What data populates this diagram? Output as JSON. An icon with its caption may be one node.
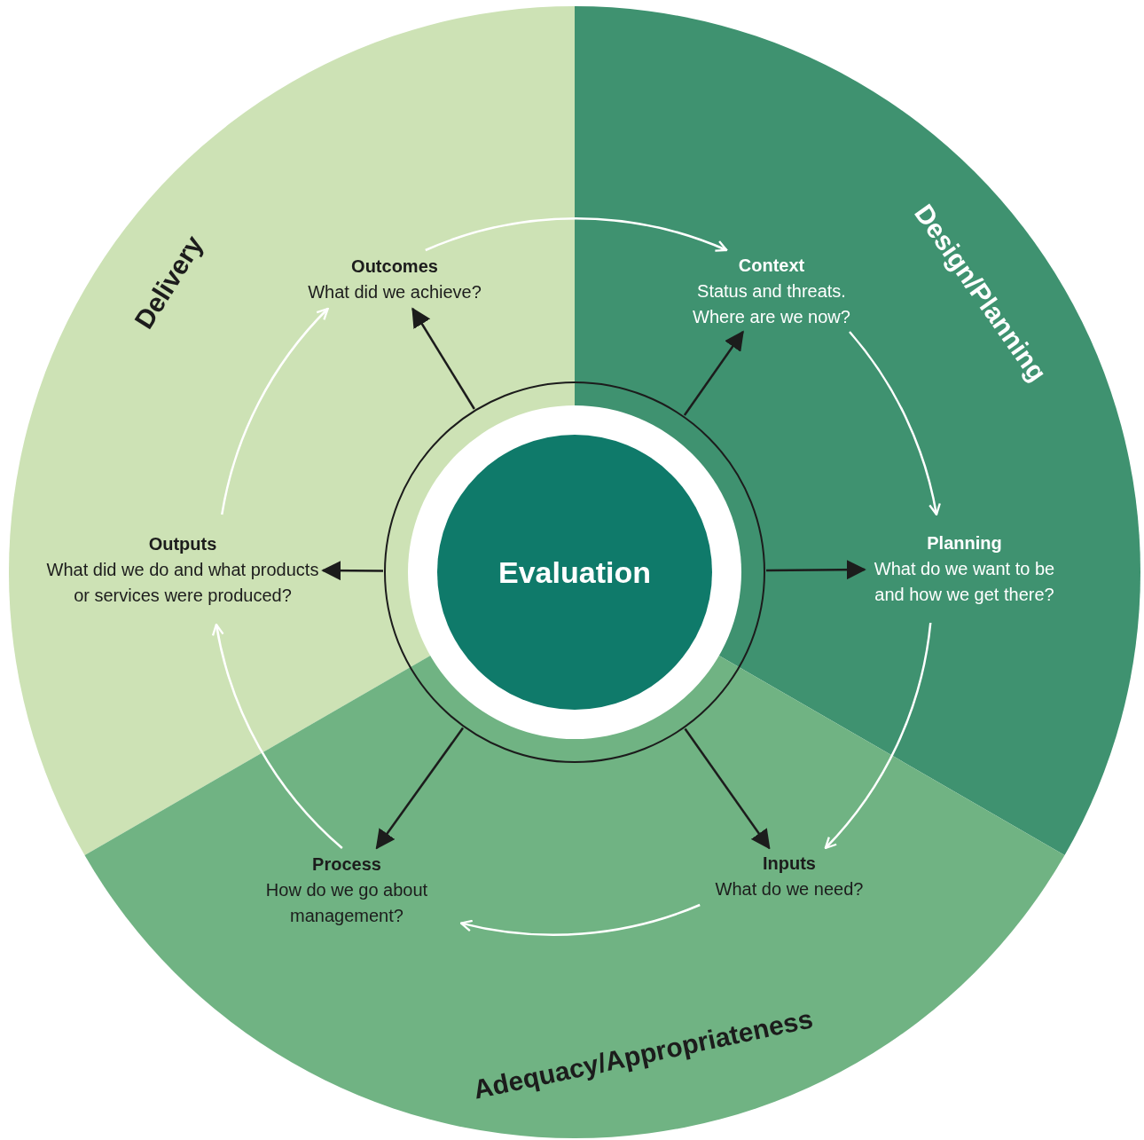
{
  "diagram": {
    "nodes": [
      {
        "text": [
          "Delivery"
        ]
      },
      {
        "text": [
          "Design/Planning"
        ]
      },
      {
        "text": [
          "Adequacy/Appropriateness"
        ]
      },
      {
        "text": [
          "Evaluation"
        ]
      },
      {
        "text": [
          "Outcomes",
          "What did we achieve?"
        ],
        "in": 0
      },
      {
        "text": [
          "Context",
          "Status and threats. Where are we now?"
        ],
        "in": 1
      },
      {
        "text": [
          "Planning",
          "What do we want to be and how we get there?"
        ],
        "in": 1
      },
      {
        "text": [
          "Inputs",
          "What do we need?"
        ],
        "in": 2
      },
      {
        "text": [
          "Process",
          "How do we go about management?"
        ],
        "in": 2
      },
      {
        "text": [
          "Outputs",
          "What did we do and what products or services were produced?"
        ],
        "in": 0
      }
    ],
    "edges": [
      {
        "from": 4,
        "to": 5,
        "arrow": "to",
        "color": "#ffffff"
      },
      {
        "from": 5,
        "to": 6,
        "arrow": "to",
        "color": "#ffffff"
      },
      {
        "from": 6,
        "to": 7,
        "arrow": "to",
        "color": "#ffffff"
      },
      {
        "from": 7,
        "to": 8,
        "arrow": "to",
        "color": "#ffffff"
      },
      {
        "from": 8,
        "to": 9,
        "arrow": "to",
        "color": "#ffffff"
      },
      {
        "from": 9,
        "to": 4,
        "arrow": "to",
        "color": "#ffffff"
      },
      {
        "from": 3,
        "to": 4,
        "arrow": "to",
        "color": "#1c1c1c"
      },
      {
        "from": 3,
        "to": 5,
        "arrow": "to",
        "color": "#1c1c1c"
      },
      {
        "from": 3,
        "to": 6,
        "arrow": "to",
        "color": "#1c1c1c"
      },
      {
        "from": 3,
        "to": 7,
        "arrow": "to",
        "color": "#1c1c1c"
      },
      {
        "from": 3,
        "to": 8,
        "arrow": "to",
        "color": "#1c1c1c"
      },
      {
        "from": 3,
        "to": 9,
        "arrow": "to",
        "color": "#1c1c1c"
      }
    ]
  }
}
